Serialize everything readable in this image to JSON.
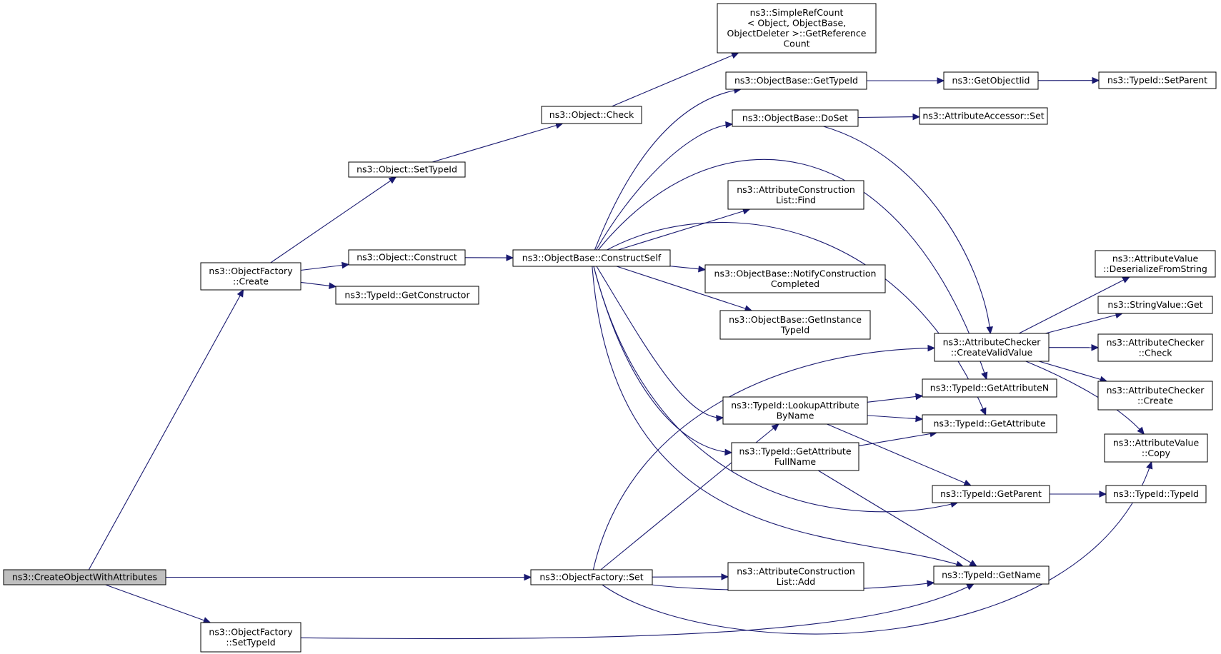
{
  "diagram": {
    "colors": {
      "edge": "#191970",
      "node_border": "#000000",
      "root_fill": "#bfbfbf",
      "node_fill": "#ffffff"
    },
    "nodes": [
      {
        "id": "createobj",
        "lines": [
          "ns3::CreateObjectWithAttributes"
        ],
        "root": true
      },
      {
        "id": "ofcreate",
        "lines": [
          "ns3::ObjectFactory",
          "::Create"
        ]
      },
      {
        "id": "ofsettypeid",
        "lines": [
          "ns3::ObjectFactory",
          "::SetTypeId"
        ]
      },
      {
        "id": "ofset",
        "lines": [
          "ns3::ObjectFactory::Set"
        ]
      },
      {
        "id": "objsettypeid",
        "lines": [
          "ns3::Object::SetTypeId"
        ]
      },
      {
        "id": "objconstruct",
        "lines": [
          "ns3::Object::Construct"
        ]
      },
      {
        "id": "getconstructor",
        "lines": [
          "ns3::TypeId::GetConstructor"
        ]
      },
      {
        "id": "objcheck",
        "lines": [
          "ns3::Object::Check"
        ]
      },
      {
        "id": "simplerefcount",
        "lines": [
          "ns3::SimpleRefCount",
          "< Object, ObjectBase,",
          "ObjectDeleter >::GetReference",
          "Count"
        ]
      },
      {
        "id": "constructself",
        "lines": [
          "ns3::ObjectBase::ConstructSelf"
        ]
      },
      {
        "id": "obgettypeid",
        "lines": [
          "ns3::ObjectBase::GetTypeId"
        ]
      },
      {
        "id": "getobjectiid",
        "lines": [
          "ns3::GetObjectIid"
        ]
      },
      {
        "id": "setparent",
        "lines": [
          "ns3::TypeId::SetParent"
        ]
      },
      {
        "id": "dosets",
        "lines": [
          "ns3::ObjectBase::DoSet"
        ]
      },
      {
        "id": "accessorset",
        "lines": [
          "ns3::AttributeAccessor::Set"
        ]
      },
      {
        "id": "aclfind",
        "lines": [
          "ns3::AttributeConstruction",
          "List::Find"
        ]
      },
      {
        "id": "notify",
        "lines": [
          "ns3::ObjectBase::NotifyConstruction",
          "Completed"
        ]
      },
      {
        "id": "getinstance",
        "lines": [
          "ns3::ObjectBase::GetInstance",
          "TypeId"
        ]
      },
      {
        "id": "lookupattr",
        "lines": [
          "ns3::TypeId::LookupAttribute",
          "ByName"
        ]
      },
      {
        "id": "getattrfull",
        "lines": [
          "ns3::TypeId::GetAttribute",
          "FullName"
        ]
      },
      {
        "id": "acladd",
        "lines": [
          "ns3::AttributeConstruction",
          "List::Add"
        ]
      },
      {
        "id": "createvalid",
        "lines": [
          "ns3::AttributeChecker",
          "::CreateValidValue"
        ]
      },
      {
        "id": "getattrn",
        "lines": [
          "ns3::TypeId::GetAttributeN"
        ]
      },
      {
        "id": "getattr",
        "lines": [
          "ns3::TypeId::GetAttribute"
        ]
      },
      {
        "id": "getparent",
        "lines": [
          "ns3::TypeId::GetParent"
        ]
      },
      {
        "id": "getname",
        "lines": [
          "ns3::TypeId::GetName"
        ]
      },
      {
        "id": "deserialize",
        "lines": [
          "ns3::AttributeValue",
          "::DeserializeFromString"
        ]
      },
      {
        "id": "stringget",
        "lines": [
          "ns3::StringValue::Get"
        ]
      },
      {
        "id": "checkercheck",
        "lines": [
          "ns3::AttributeChecker",
          "::Check"
        ]
      },
      {
        "id": "checkercreate",
        "lines": [
          "ns3::AttributeChecker",
          "::Create"
        ]
      },
      {
        "id": "valuecopy",
        "lines": [
          "ns3::AttributeValue",
          "::Copy"
        ]
      },
      {
        "id": "typeidtypeid",
        "lines": [
          "ns3::TypeId::TypeId"
        ]
      }
    ]
  }
}
